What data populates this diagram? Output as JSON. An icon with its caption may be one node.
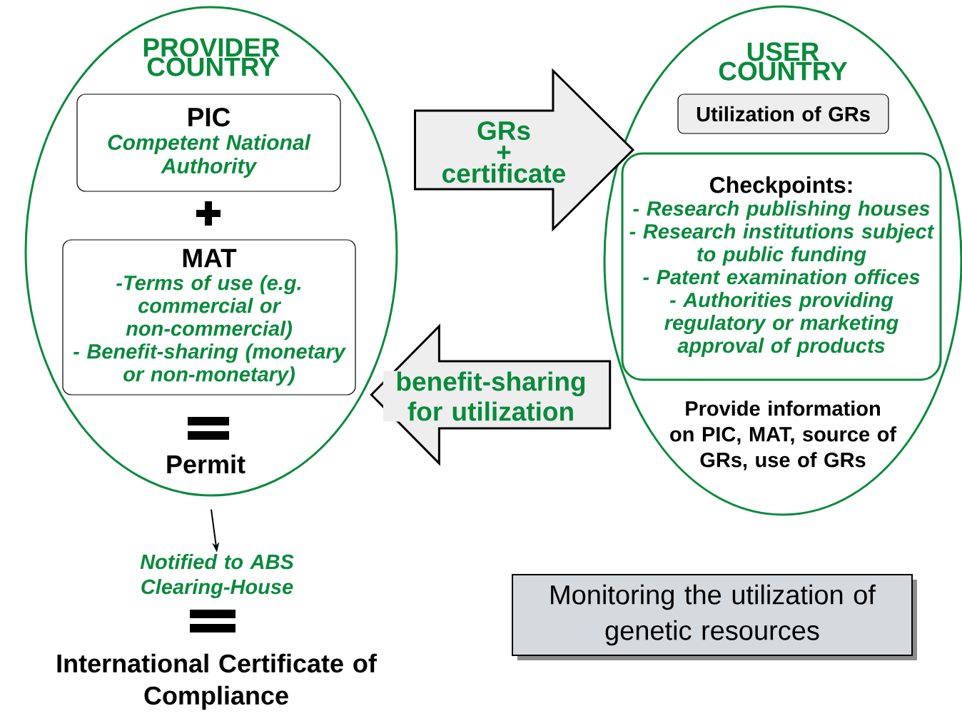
{
  "diagram": {
    "nodes": [
      {
        "text": [
          "PROVIDER COUNTRY"
        ]
      },
      {
        "text": [
          "PIC",
          "Competent National Authority"
        ],
        "in": 0
      },
      {
        "text": [
          "MAT",
          "-Terms of use (e.g. commercial or non-commercial)",
          "- Benefit-sharing (monetary or non-monetary)"
        ],
        "in": 0
      },
      {
        "text": [
          "Notified to ABS Clearing-House"
        ]
      },
      {
        "text": [
          "USER COUNTRY"
        ]
      },
      {
        "text": [
          "Utilization of GRs"
        ],
        "in": 4
      },
      {
        "text": [
          "Checkpoints:",
          "- Research publishing houses",
          "- Research institutions subject to public funding",
          "- Patent examination offices",
          "- Authorities providing regulatory or marketing approval of products"
        ],
        "in": 4
      },
      {
        "text": [
          "Monitoring the utilization of genetic resources"
        ]
      }
    ],
    "edges": [
      {
        "from": 0,
        "to": 4,
        "arrow": "to",
        "label": "GRs + certificate"
      },
      {
        "from": 4,
        "to": 0,
        "arrow": "to",
        "label": "benefit-sharing for utilization"
      },
      {
        "from": 0,
        "to": 3,
        "arrow": "to"
      }
    ],
    "labels": [
      "Permit",
      "Provide information on PIC, MAT, source of GRs, use of GRs",
      "International Certificate of Compliance"
    ]
  }
}
